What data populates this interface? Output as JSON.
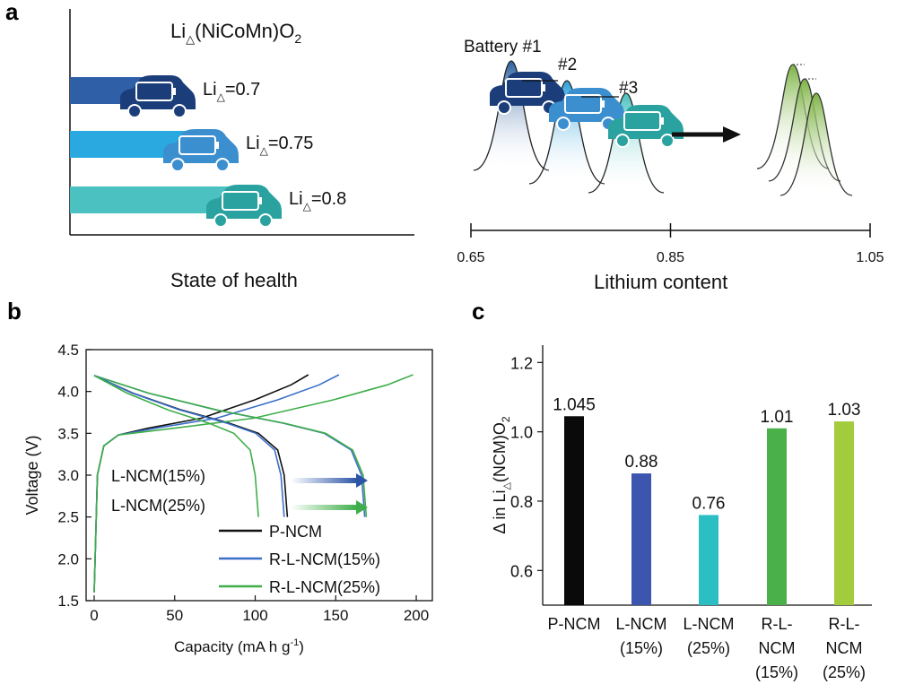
{
  "panel_labels": {
    "a": "a",
    "b": "b",
    "c": "c"
  },
  "chart_data": [
    {
      "panel": "a-left",
      "type": "bar",
      "title": {
        "prefix": "Li",
        "sub": "△",
        "suffix": "(NiCoMn)O",
        "sub2": "2"
      },
      "xlabel": "State of health",
      "bars": [
        {
          "prefix": "Li",
          "sub": "△",
          "label": "=0.7",
          "value": 0.7,
          "color": "#2f5fa7",
          "car_color": "#1b3d79"
        },
        {
          "prefix": "Li",
          "sub": "△",
          "label": "=0.75",
          "value": 0.75,
          "color": "#29a9e0",
          "car_color": "#3c8fcf"
        },
        {
          "prefix": "Li",
          "sub": "△",
          "label": "=0.8",
          "value": 0.8,
          "color": "#4cc1c1",
          "car_color": "#2aa3a0"
        }
      ]
    },
    {
      "panel": "a-right",
      "type": "area",
      "xlabel": "Lithium content",
      "ticks": [
        "0.65",
        "0.85",
        "1.05"
      ],
      "xlim": [
        0.65,
        1.05
      ],
      "battery_labels": [
        "Battery #1",
        "#2",
        "#3"
      ],
      "peak_colors": [
        "#2b5f9e",
        "#2aa0d8",
        "#48c0bd",
        "#7cb342"
      ]
    },
    {
      "panel": "b",
      "type": "line",
      "xlabel": "Capacity (mA h g",
      "xlabel_sup": "-1",
      "xlabel_end": ")",
      "ylabel": "Voltage (V)",
      "xlim": [
        -5,
        210
      ],
      "ylim": [
        1.5,
        4.5
      ],
      "xticks": [
        "0",
        "50",
        "100",
        "150",
        "200"
      ],
      "yticks": [
        "1.5",
        "2.0",
        "2.5",
        "3.0",
        "3.5",
        "4.0",
        "4.5"
      ],
      "annotations": [
        "L-NCM(15%)",
        "L-NCM(25%)"
      ],
      "series": [
        {
          "name": "P-NCM",
          "color": "#111111",
          "charge_end": 133,
          "discharge_end": 120
        },
        {
          "name": "R-L-NCM(15%)",
          "color": "#3a6fc9",
          "charge_end": 152,
          "discharge_end": 168
        },
        {
          "name": "R-L-NCM(25%)",
          "color": "#3fae4a",
          "charge_end": 198,
          "discharge_end": 169
        }
      ],
      "extra_curves": [
        {
          "color": "#3a6fc9",
          "discharge_end": 118
        },
        {
          "color": "#3fae4a",
          "discharge_end": 102
        }
      ]
    },
    {
      "panel": "c",
      "type": "bar",
      "ylabel": {
        "prefix": "Δ in Li",
        "sub": "△",
        "mid": "(NCM)O",
        "sub2": "2"
      },
      "ylim": [
        0.5,
        1.25
      ],
      "yticks": [
        "0.6",
        "0.8",
        "1.0",
        "1.2"
      ],
      "categories": [
        {
          "lines": [
            "P-NCM"
          ],
          "value": 1.045,
          "label": "1.045",
          "color": "#0a0a0a"
        },
        {
          "lines": [
            "L-NCM",
            "(15%)"
          ],
          "value": 0.88,
          "label": "0.88",
          "color": "#3c56b0"
        },
        {
          "lines": [
            "L-NCM",
            "(25%)"
          ],
          "value": 0.76,
          "label": "0.76",
          "color": "#2bbfc4"
        },
        {
          "lines": [
            "R-L-",
            "NCM",
            "(15%)"
          ],
          "value": 1.01,
          "label": "1.01",
          "color": "#49b04a"
        },
        {
          "lines": [
            "R-L-",
            "NCM",
            "(25%)"
          ],
          "value": 1.03,
          "label": "1.03",
          "color": "#a3cc3c"
        }
      ]
    }
  ]
}
